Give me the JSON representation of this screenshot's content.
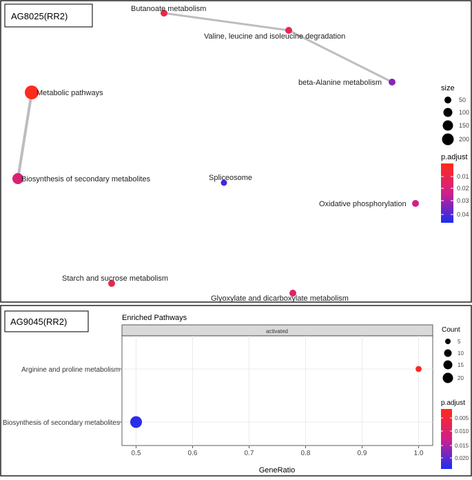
{
  "panel_top": {
    "label": "AG8025(RR2)",
    "legend": {
      "size_title": "size",
      "size_labels": [
        "50",
        "100",
        "150",
        "200"
      ],
      "padj_title": "p.adjust",
      "padj_labels": [
        "0.01",
        "0.02",
        "0.03",
        "0.04"
      ]
    }
  },
  "panel_bottom": {
    "label": "AG9045(RR2)",
    "title": "Enriched Pathways",
    "strip": "activated",
    "legend": {
      "count_title": "Count",
      "count_labels": [
        "5",
        "10",
        "15",
        "20"
      ],
      "padj_title": "p.adjust",
      "padj_labels": [
        "0.005",
        "0.010",
        "0.015",
        "0.020"
      ]
    }
  },
  "colors": {
    "high": "#ff2a1a",
    "mid": "#d0208a",
    "low": "#1b2cf5",
    "edge": "#bdbdbd"
  },
  "chart_data": [
    {
      "type": "network",
      "nodes": [
        {
          "name": "Butanoate metabolism",
          "p_adjust": 0.01
        },
        {
          "name": "Valine, leucine and isoleucine degradation",
          "p_adjust": 0.012
        },
        {
          "name": "beta-Alanine metabolism",
          "p_adjust": 0.035
        },
        {
          "name": "Metabolic pathways",
          "size": 200,
          "p_adjust": 0.001
        },
        {
          "name": "Biosynthesis of secondary metabolites",
          "size": 150,
          "p_adjust": 0.02
        },
        {
          "name": "Spliceosome",
          "p_adjust": 0.045
        },
        {
          "name": "Oxidative phosphorylation",
          "p_adjust": 0.025
        },
        {
          "name": "Starch and sucrose metabolism",
          "p_adjust": 0.012
        },
        {
          "name": "Glyoxylate and dicarboxylate metabolism",
          "p_adjust": 0.018
        }
      ],
      "edges": [
        [
          "Butanoate metabolism",
          "Valine, leucine and isoleucine degradation"
        ],
        [
          "Valine, leucine and isoleucine degradation",
          "beta-Alanine metabolism"
        ],
        [
          "Metabolic pathways",
          "Biosynthesis of secondary metabolites"
        ]
      ]
    },
    {
      "type": "scatter",
      "xlabel": "GeneRatio",
      "x_ticks": [
        "0.5",
        "0.6",
        "0.7",
        "0.8",
        "0.9",
        "1.0"
      ],
      "xlim": [
        0.475,
        1.025
      ],
      "categories": [
        "Arginine and proline metabolism",
        "Biosynthesis of secondary metabolites"
      ],
      "points": [
        {
          "category": "Arginine and proline metabolism",
          "x": 1.0,
          "count": 2,
          "p_adjust": 0.001
        },
        {
          "category": "Biosynthesis of secondary metabolites",
          "x": 0.5,
          "count": 20,
          "p_adjust": 0.021
        }
      ]
    }
  ]
}
